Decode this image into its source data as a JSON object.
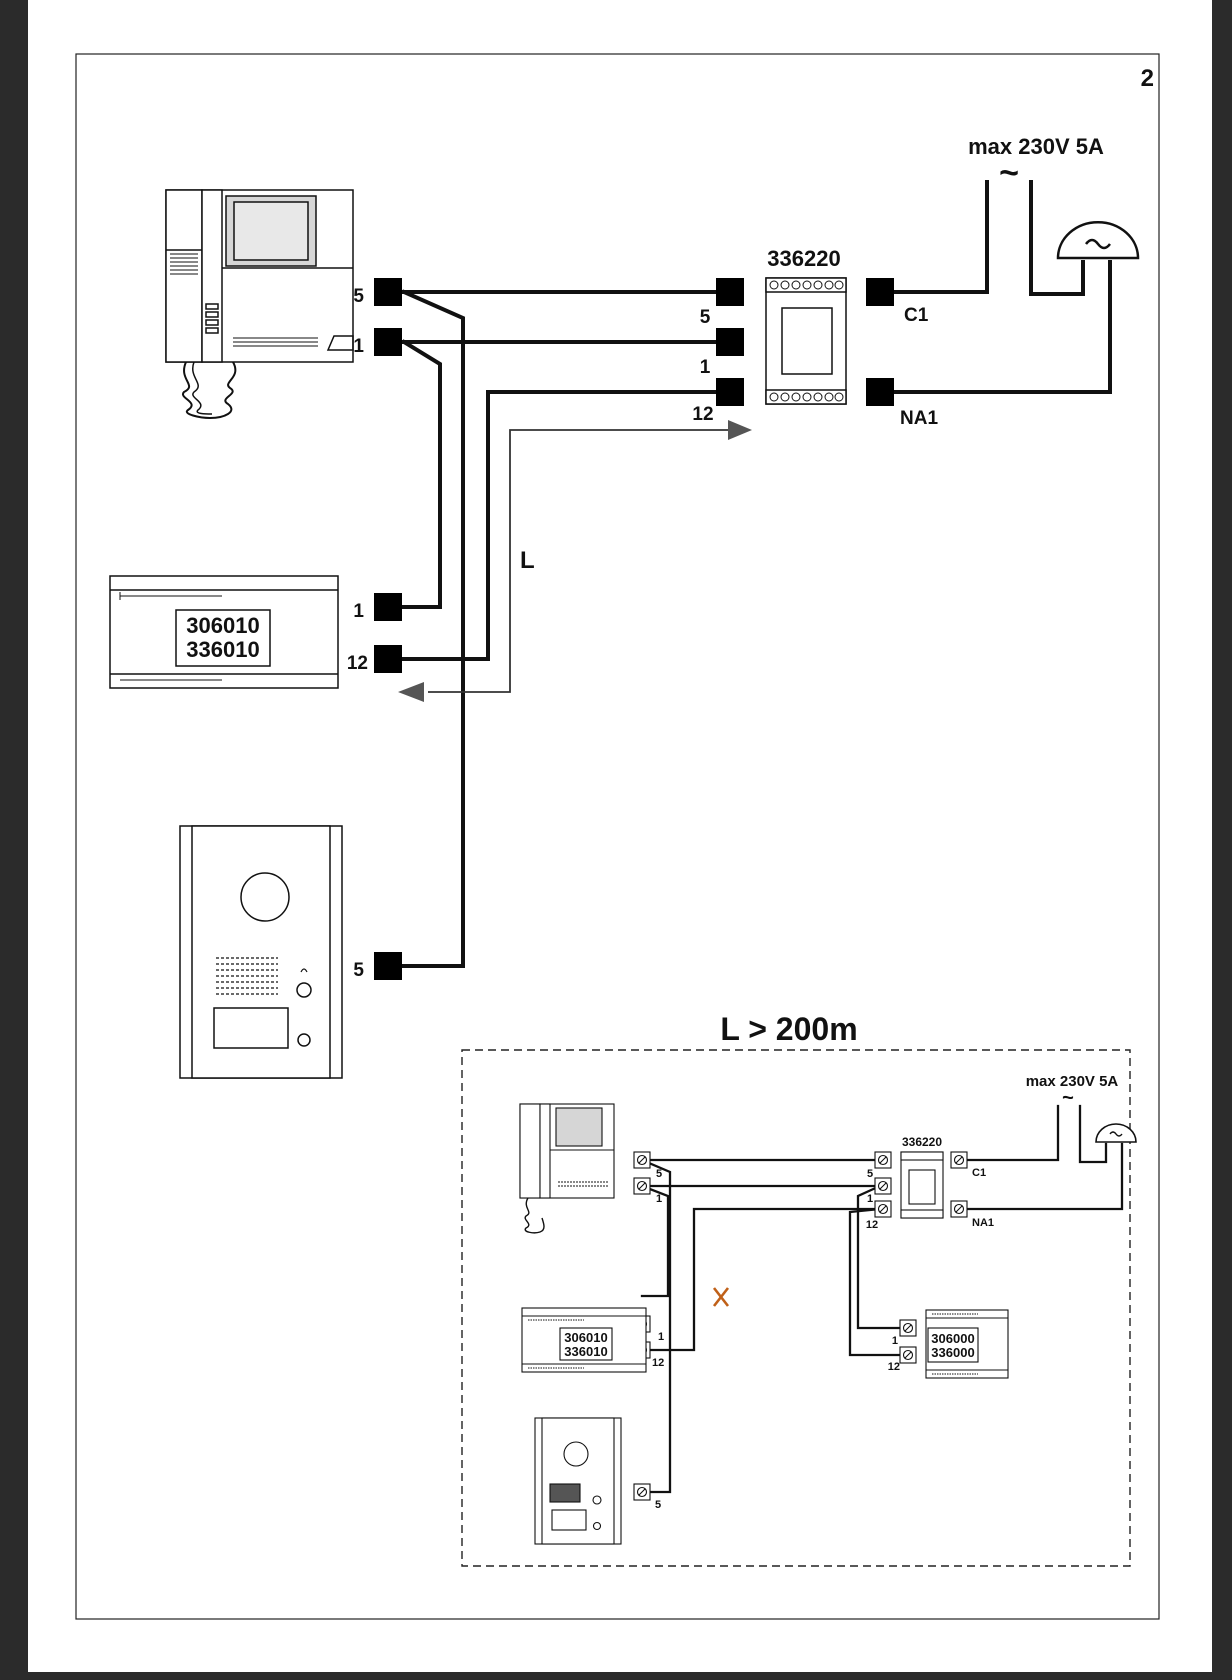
{
  "page_number": "2",
  "main": {
    "power_label": "max 230V 5A",
    "tilde": "~",
    "relay_code": "336220",
    "terminals": {
      "monitor_5": "5",
      "monitor_1": "1",
      "relay_5": "5",
      "relay_1": "1",
      "relay_12": "12",
      "supply_1": "1",
      "supply_12": "12",
      "panel_5": "5",
      "relay_c1": "C1",
      "relay_na1": "NA1"
    },
    "supply_code_1": "306010",
    "supply_code_2": "336010",
    "length_label": "L"
  },
  "inset": {
    "title": "L > 200m",
    "power_label": "max 230V 5A",
    "tilde": "~",
    "relay_code": "336220",
    "terminals": {
      "monitor_5": "5",
      "monitor_1": "1",
      "relay_5": "5",
      "relay_1": "1",
      "relay_12": "12",
      "supply_1": "1",
      "supply_12": "12",
      "extra_1": "1",
      "extra_12": "12",
      "panel_5": "5",
      "relay_c1": "C1",
      "relay_na1": "NA1"
    },
    "supply_code_1": "306010",
    "supply_code_2": "336010",
    "extra_supply_code_1": "306000",
    "extra_supply_code_2": "336000"
  }
}
